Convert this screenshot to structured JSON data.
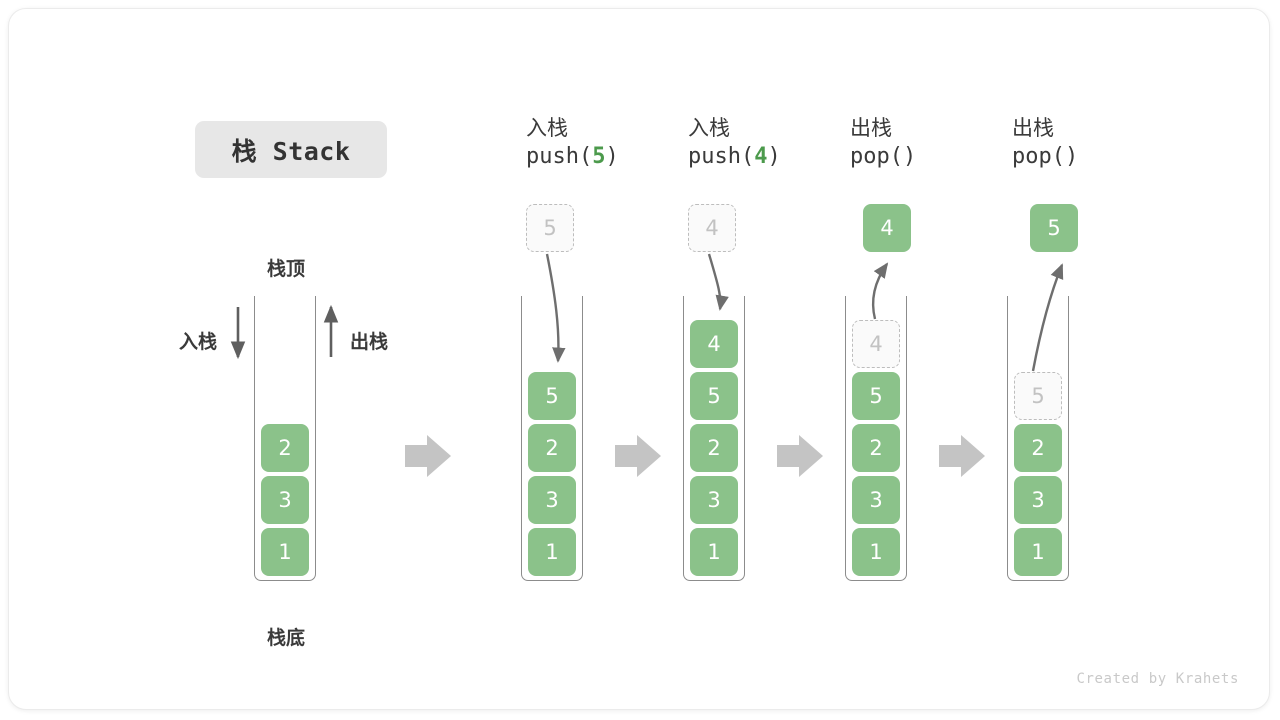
{
  "title": "栈 Stack",
  "labels": {
    "top": "栈顶",
    "bottom": "栈底",
    "push_side": "入栈",
    "pop_side": "出栈"
  },
  "footer": "Created by Krahets",
  "colors": {
    "cell_fill": "#8bc28a",
    "cell_text": "#ffffff",
    "ghost_fill": "#fafafa",
    "ghost_text": "#c2c2c2",
    "ghost_border": "#bdbdbd",
    "tube_border": "#8c8c8c",
    "flow_arrow": "#c4c4c4",
    "motion_arrow": "#6e6e6e",
    "accent_green": "#4c9a4c",
    "title_chip_bg": "#e7e7e7",
    "text": "#3a3a3a"
  },
  "columns": [
    {
      "id": "initial",
      "caption_cn": "",
      "caption_code": "",
      "caption_arg": "",
      "stack": [
        "2",
        "3",
        "1"
      ],
      "external_cell": null,
      "ghost_in_stack": null
    },
    {
      "id": "push-5",
      "caption_cn": "入栈",
      "caption_code_pre": "push(",
      "caption_arg": "5",
      "caption_code_post": ")",
      "stack": [
        "5",
        "2",
        "3",
        "1"
      ],
      "external_cell": {
        "value": "5",
        "type": "ghost"
      },
      "ghost_in_stack": null
    },
    {
      "id": "push-4",
      "caption_cn": "入栈",
      "caption_code_pre": "push(",
      "caption_arg": "4",
      "caption_code_post": ")",
      "stack": [
        "4",
        "5",
        "2",
        "3",
        "1"
      ],
      "external_cell": {
        "value": "4",
        "type": "ghost"
      },
      "ghost_in_stack": null
    },
    {
      "id": "pop-4",
      "caption_cn": "出栈",
      "caption_code_pre": "pop(",
      "caption_arg": "",
      "caption_code_post": ")",
      "stack": [
        "5",
        "2",
        "3",
        "1"
      ],
      "external_cell": {
        "value": "4",
        "type": "solid"
      },
      "ghost_in_stack": {
        "value": "4"
      }
    },
    {
      "id": "pop-5",
      "caption_cn": "出栈",
      "caption_code_pre": "pop(",
      "caption_arg": "",
      "caption_code_post": ")",
      "stack": [
        "2",
        "3",
        "1"
      ],
      "external_cell": {
        "value": "5",
        "type": "solid"
      },
      "ghost_in_stack": {
        "value": "5"
      }
    }
  ],
  "cells": {
    "c0_0": "2",
    "c0_1": "3",
    "c0_2": "1",
    "c1_0": "5",
    "c1_1": "2",
    "c1_2": "3",
    "c1_3": "1",
    "c2_0": "4",
    "c2_1": "5",
    "c2_2": "2",
    "c2_3": "3",
    "c2_4": "1",
    "c3_g": "4",
    "c3_0": "5",
    "c3_1": "2",
    "c3_2": "3",
    "c3_3": "1",
    "c4_g": "5",
    "c4_0": "2",
    "c4_1": "3",
    "c4_2": "1",
    "ext1": "5",
    "ext2": "4",
    "ext3": "4",
    "ext4": "5"
  },
  "captions": {
    "push5_cn": "入栈",
    "push5_pre": "push(",
    "push5_arg": "5",
    "push5_post": ")",
    "push4_cn": "入栈",
    "push4_pre": "push(",
    "push4_arg": "4",
    "push4_post": ")",
    "pop4_cn": "出栈",
    "pop4_pre": "pop(",
    "pop4_arg": "",
    "pop4_post": ")",
    "pop5_cn": "出栈",
    "pop5_pre": "pop(",
    "pop5_arg": "",
    "pop5_post": ")"
  }
}
